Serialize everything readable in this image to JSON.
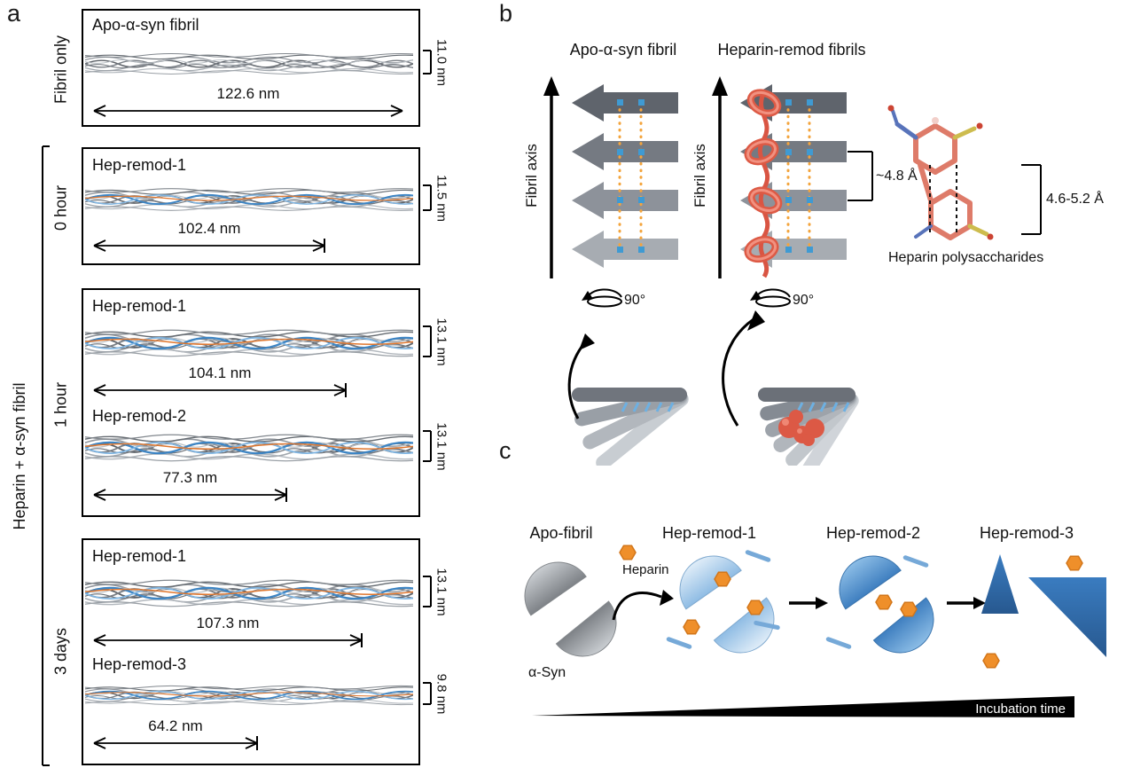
{
  "fig": {
    "a": {
      "panel_label": "a",
      "group_top": "Fibril only",
      "group_bottom": "Heparin + α-syn fibril",
      "box1": {
        "title": "Apo-α-syn fibril",
        "length": "122.6 nm",
        "width": "11.0 nm"
      },
      "box2": {
        "time": "0 hour",
        "title": "Hep-remod-1",
        "length": "102.4 nm",
        "width": "11.5 nm"
      },
      "box3": {
        "time": "1 hour",
        "f1": {
          "title": "Hep-remod-1",
          "length": "104.1 nm",
          "width": "13.1 nm"
        },
        "f2": {
          "title": "Hep-remod-2",
          "length": "77.3 nm",
          "width": "13.1 nm"
        }
      },
      "box4": {
        "time": "3 days",
        "f1": {
          "title": "Hep-remod-1",
          "length": "107.3 nm",
          "width": "13.1 nm"
        },
        "f2": {
          "title": "Hep-remod-3",
          "length": "64.2 nm",
          "width": "9.8 nm"
        }
      }
    },
    "b": {
      "panel_label": "b",
      "left_title": "Apo-α-syn fibril",
      "right_title": "Heparin-remod fibrils",
      "axis_left": "Fibril axis",
      "axis_right": "Fibril axis",
      "rise": "~4.8 Å",
      "spacing": "4.6-5.2 Å",
      "heparin_caption": "Heparin polysaccharides",
      "rot_left": "90°",
      "rot_right": "90°"
    },
    "c": {
      "panel_label": "c",
      "stages": [
        "Apo-fibril",
        "Hep-remod-1",
        "Hep-remod-2",
        "Hep-remod-3"
      ],
      "heparin": "Heparin",
      "asyn": "α-Syn",
      "timeline": "Incubation time"
    },
    "colors": {
      "heparin_orange": "#ef8f2a",
      "ring_red": "#dd5a45",
      "fibril_blue": "#3d85c4",
      "subunit_gray": "#7d828a",
      "remod_blue": "#2e75b6"
    }
  }
}
